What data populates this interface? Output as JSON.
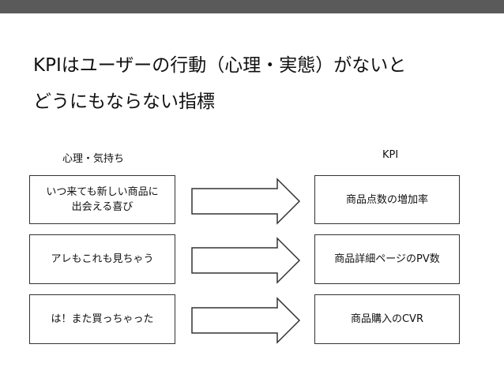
{
  "title": "KPIはユーザーの行動（心理・実態）がないと\nどうにもならない指標",
  "headers": {
    "left": "心理・気持ち",
    "right": "KPI"
  },
  "rows": [
    {
      "psychology": "いつ来ても新しい商品に\n出会える喜び",
      "kpi": "商品点数の増加率"
    },
    {
      "psychology": "アレもこれも見ちゃう",
      "kpi": "商品詳細ページのPV数"
    },
    {
      "psychology": "は！また買っちゃった",
      "kpi": "商品購入のCVR"
    }
  ]
}
